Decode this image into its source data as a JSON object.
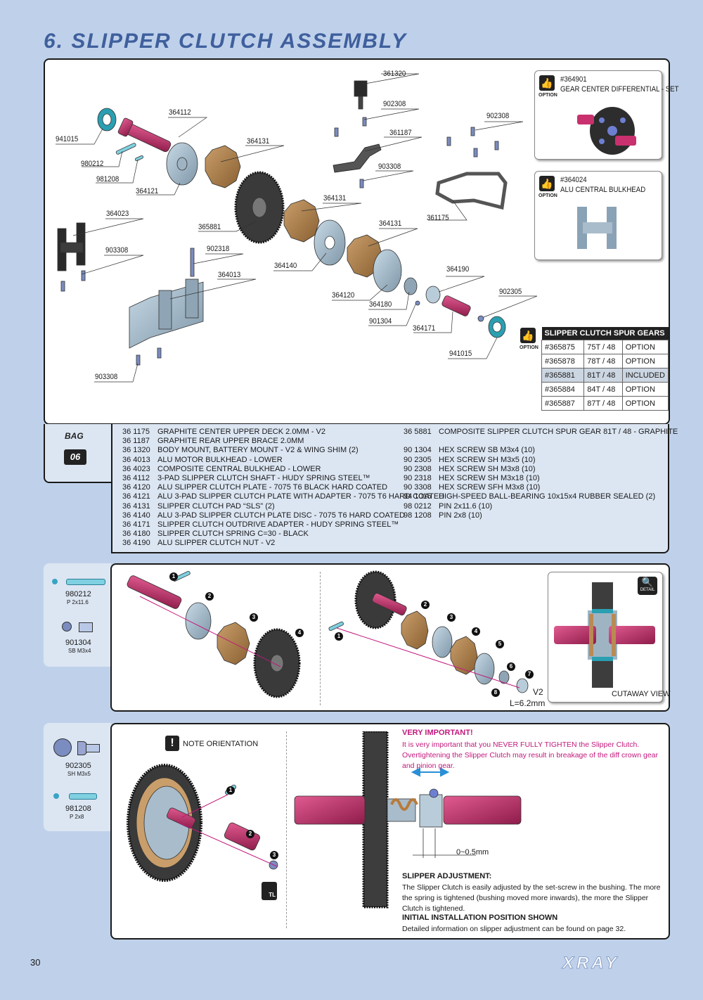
{
  "page_title": "6. SLIPPER CLUTCH ASSEMBLY",
  "page_number": "30",
  "brand": "XRAY",
  "callouts": {
    "c361320": "361320",
    "c902308a": "902308",
    "c902308b": "902308",
    "c361187": "361187",
    "c903308a": "903308",
    "c364112": "364112",
    "c941015a": "941015",
    "c364131a": "364131",
    "c980212": "980212",
    "c981208": "981208",
    "c364121": "364121",
    "c364131b": "364131",
    "c364023": "364023",
    "c365881": "365881",
    "c364131c": "364131",
    "c361175": "361175",
    "c903308b": "903308",
    "c902318": "902318",
    "c364140": "364140",
    "c364013": "364013",
    "c364190": "364190",
    "c364120": "364120",
    "c902305": "902305",
    "c364180": "364180",
    "c901304": "901304",
    "c364171": "364171",
    "c941015b": "941015",
    "c903308c": "903308"
  },
  "options": {
    "word": "OPTION",
    "diff": {
      "code": "#364901",
      "name": "GEAR CENTER DIFFERENTIAL - SET"
    },
    "bulkhead": {
      "code": "#364024",
      "name": "ALU CENTRAL BULKHEAD"
    }
  },
  "gears_table": {
    "title": "SLIPPER CLUTCH SPUR GEARS",
    "rows": [
      [
        "#365875",
        "75T / 48",
        "OPTION"
      ],
      [
        "#365878",
        "78T / 48",
        "OPTION"
      ],
      [
        "#365881",
        "81T / 48",
        "INCLUDED"
      ],
      [
        "#365884",
        "84T / 48",
        "OPTION"
      ],
      [
        "#365887",
        "87T / 48",
        "OPTION"
      ]
    ]
  },
  "bag": {
    "word": "BAG",
    "number": "06"
  },
  "parts_left": [
    [
      "36 1175",
      "GRAPHITE CENTER UPPER DECK 2.0MM - V2"
    ],
    [
      "36 1187",
      "GRAPHITE REAR UPPER BRACE 2.0MM"
    ],
    [
      "36 1320",
      "BODY MOUNT, BATTERY MOUNT - V2 & WING SHIM (2)"
    ],
    [
      "36 4013",
      "ALU MOTOR BULKHEAD - LOWER"
    ],
    [
      "36 4023",
      "COMPOSITE CENTRAL BULKHEAD - LOWER"
    ],
    [
      "36 4112",
      "3-PAD SLIPPER CLUTCH SHAFT - HUDY SPRING STEEL™"
    ],
    [
      "36 4120",
      "ALU SLIPPER CLUTCH PLATE - 7075 T6 BLACK HARD COATED"
    ],
    [
      "36 4121",
      "ALU 3-PAD SLIPPER CLUTCH PLATE WITH ADAPTER - 7075 T6 HARD COATED"
    ],
    [
      "36 4131",
      "SLIPPER CLUTCH PAD “SLS” (2)"
    ],
    [
      "36 4140",
      "ALU 3-PAD SLIPPER CLUTCH PLATE DISC - 7075 T6 HARD COATED"
    ],
    [
      "36 4171",
      "SLIPPER CLUTCH OUTDRIVE ADAPTER - HUDY SPRING STEEL™"
    ],
    [
      "36 4180",
      "SLIPPER CLUTCH SPRING C=30 - BLACK"
    ],
    [
      "36 4190",
      "ALU SLIPPER CLUTCH NUT - V2"
    ]
  ],
  "parts_right": [
    [
      "36 5881",
      "COMPOSITE SLIPPER CLUTCH SPUR GEAR 81T / 48 - GRAPHITE"
    ],
    [
      "",
      ""
    ],
    [
      "90 1304",
      "HEX SCREW  SB M3x4  (10)"
    ],
    [
      "90 2305",
      "HEX SCREW  SH M3x5  (10)"
    ],
    [
      "90 2308",
      "HEX SCREW  SH M3x8  (10)"
    ],
    [
      "90 2318",
      "HEX SCREW  SH M3x18  (10)"
    ],
    [
      "90 3308",
      "HEX SCREW  SFH M3x8  (10)"
    ],
    [
      "94 1015",
      "HIGH-SPEED BALL-BEARING 10x15x4 RUBBER SEALED  (2)"
    ],
    [
      "98 0212",
      "PIN 2x11.6  (10)"
    ],
    [
      "98 1208",
      "PIN 2x8  (10)"
    ]
  ],
  "side1": {
    "p1_code": "980212",
    "p1_desc": "P 2x11.6",
    "p2_code": "901304",
    "p2_desc": "SB M3x4"
  },
  "side2": {
    "p1_code": "902305",
    "p1_desc": "SH M3x5",
    "p2_code": "981208",
    "p2_desc": "P 2x8"
  },
  "step1": {
    "n1": "1",
    "n2": "2",
    "n3": "3",
    "n4": "4"
  },
  "step2": {
    "n1": "1",
    "n2": "2",
    "n3": "3",
    "n4": "4",
    "n5": "5",
    "n6": "6",
    "n7": "7",
    "n8": "8",
    "v2": "V2",
    "length": "L=6.2mm"
  },
  "cutaway": {
    "label": "CUTAWAY VIEW",
    "badge": "DETAIL"
  },
  "step3": {
    "note": "NOTE ORIENTATION",
    "n1": "1",
    "n2": "2",
    "n3": "3",
    "tl": "TL",
    "very_important_title": "VERY IMPORTANT!",
    "very_important_text": "It is very important that you NEVER FULLY TIGHTEN the Slipper Clutch. Overtightening the Slipper Clutch may result in breakage of the diff crown gear and pinion gear.",
    "gap": "0~0.5mm",
    "adj_title": "SLIPPER ADJUSTMENT:",
    "adj_text": "The Slipper Clutch is easily adjusted by the set-screw in the bushing. The more the spring is tightened (bushing moved more inwards), the more the Slipper Clutch is tightened.",
    "init_title": "INITIAL INSTALLATION POSITION SHOWN",
    "init_text": "Detailed information on slipper adjustment can be found on page 32."
  }
}
